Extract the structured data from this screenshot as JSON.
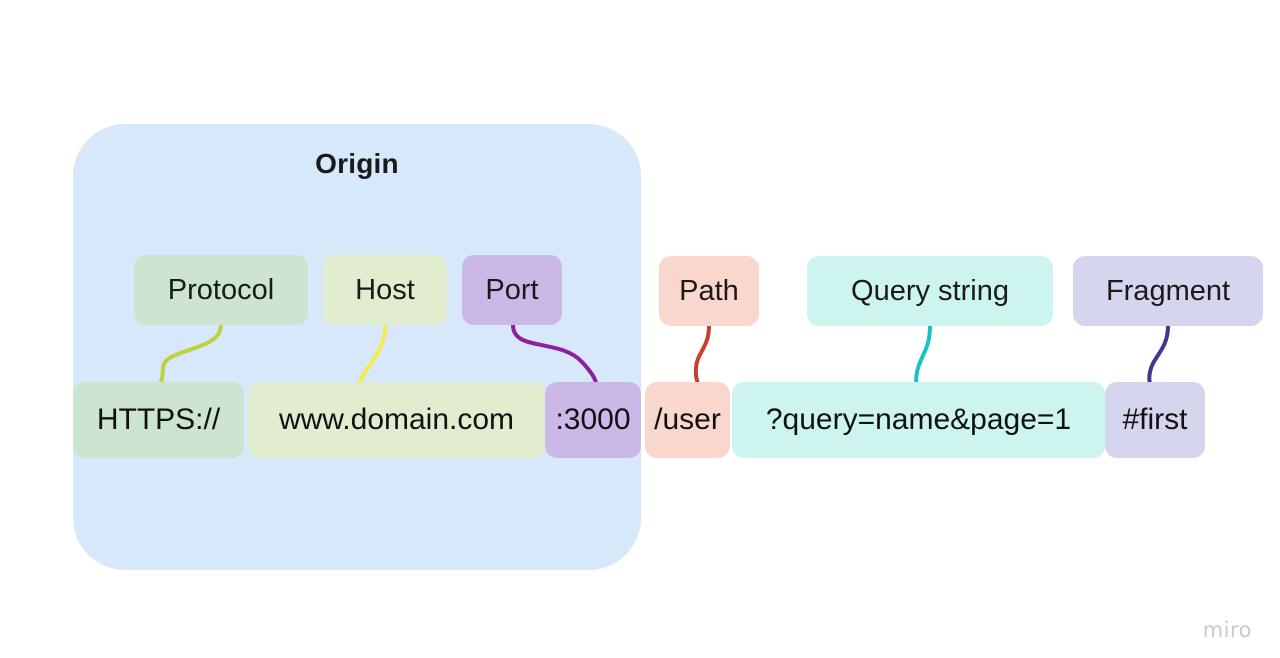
{
  "diagram": {
    "title": "Origin",
    "watermark": "miro",
    "background_color": "#ffffff",
    "origin_box_color": "#d6e8fa"
  },
  "labels": [
    {
      "id": "protocol",
      "text": "Protocol",
      "chip_color": "#cce4d0",
      "connector_color": "#c0d13c"
    },
    {
      "id": "host",
      "text": "Host",
      "chip_color": "#e2edcf",
      "connector_color": "#f2ec4a"
    },
    {
      "id": "port",
      "text": "Port",
      "chip_color": "#ccb8e8",
      "connector_color": "#8e1f9e"
    },
    {
      "id": "path",
      "text": "Path",
      "chip_color": "#fad7cd",
      "connector_color": "#c4402f"
    },
    {
      "id": "query_string",
      "text": "Query string",
      "chip_color": "#cdf4ef",
      "connector_color": "#17c4c4"
    },
    {
      "id": "fragment",
      "text": "Fragment",
      "chip_color": "#d5d5ee",
      "connector_color": "#3c3a8c"
    }
  ],
  "url": {
    "full": "HTTPS:// www.domain.com:3000/user?query=name&page=1#first",
    "segments": [
      {
        "id": "protocol",
        "text": "HTTPS:// ",
        "color": "#cce4d0"
      },
      {
        "id": "host",
        "text": "www.domain.com",
        "color": "#e2edcf"
      },
      {
        "id": "port",
        "text": ":3000",
        "color": "#ccb8e8"
      },
      {
        "id": "path",
        "text": "/user",
        "color": "#fad7cd"
      },
      {
        "id": "query_string",
        "text": "?query=name&page=1",
        "color": "#cdf4ef"
      },
      {
        "id": "fragment",
        "text": "#first",
        "color": "#d5d5ee"
      }
    ]
  }
}
